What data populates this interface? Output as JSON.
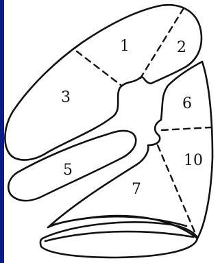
{
  "colors": {
    "background": "#0c1a8c",
    "paper": "#ffffff",
    "ink": "#111111"
  },
  "diagram": {
    "labels": [
      "1",
      "2",
      "3",
      "6",
      "5",
      "10",
      "7"
    ]
  }
}
